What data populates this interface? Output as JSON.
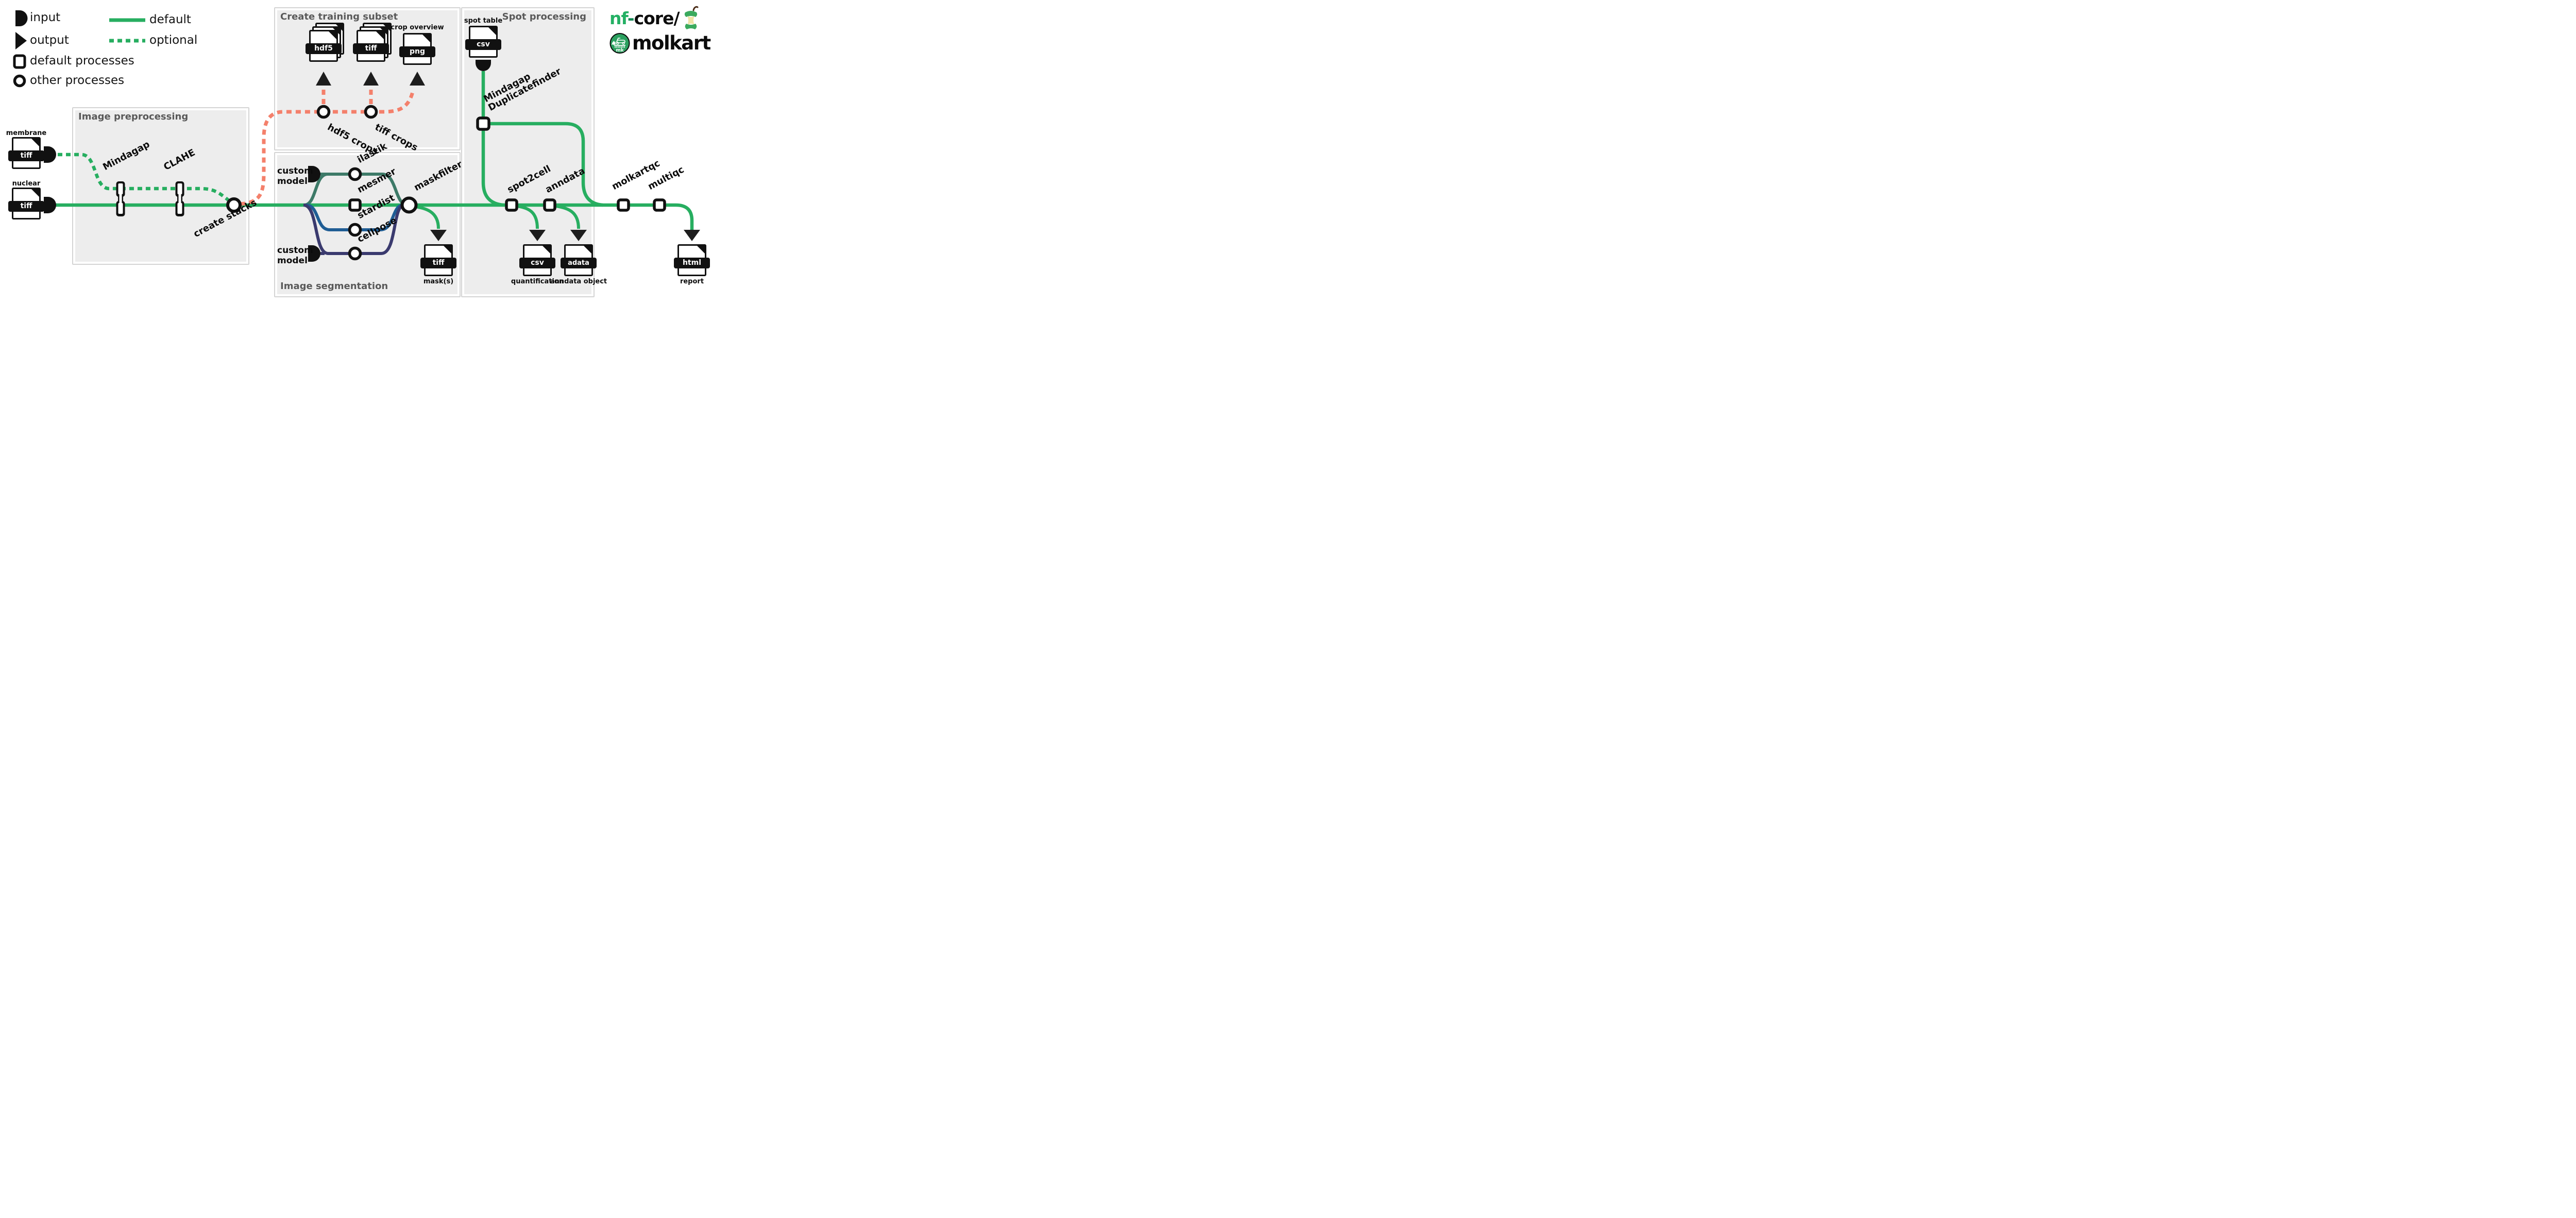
{
  "colors": {
    "green": "#27AE60",
    "salmon": "#F4806B",
    "teal": "#3D7A68",
    "blue": "#1F5D94",
    "navy": "#3A3A6E",
    "ink": "#111111",
    "box-bg": "#EDEDED",
    "box-border": "#D4D4D4",
    "title": "#595959",
    "logo-green": "#24B064",
    "tri": "#1D1D1D"
  },
  "legend": {
    "items": [
      {
        "label": "input"
      },
      {
        "label": "output"
      },
      {
        "label": "default processes"
      },
      {
        "label": "other processes"
      }
    ],
    "lines": [
      {
        "label": "default"
      },
      {
        "label": "optional"
      }
    ]
  },
  "boxes": {
    "preprocessing": "Image preprocessing",
    "training": "Create training subset",
    "segmentation": "Image segmentation",
    "spot": "Spot processing"
  },
  "files": {
    "membrane": {
      "caption": "membrane",
      "band": "tiff"
    },
    "nuclear": {
      "caption": "nuclear",
      "band": "tiff"
    },
    "hdf5_crops": {
      "band": "hdf5"
    },
    "tiff_crops": {
      "band": "tiff"
    },
    "png_overview": {
      "caption": "crop overview",
      "band": "png"
    },
    "spot_table": {
      "caption": "spot table",
      "band": "csv"
    },
    "masks": {
      "caption": "mask(s)",
      "band": "tiff"
    },
    "quantification": {
      "caption": "quantification",
      "band": "csv"
    },
    "anndata_object": {
      "caption": "anndata object",
      "band": "adata"
    },
    "report": {
      "caption": "report",
      "band": "html"
    }
  },
  "processes": {
    "mindagap": "Mindagap",
    "clahe": "CLAHE",
    "create_stacks": "create stacks",
    "hdf5_crops": "hdf5 crops",
    "tiff_crops": "tiff crops",
    "ilastik": "ilastik",
    "mesmer": "mesmer",
    "stardist": "stardist",
    "cellpose": "cellpose",
    "maskfilter": "maskfilter",
    "dupfinder_line1": "Mindagap",
    "dupfinder_line2": "Duplicatefinder",
    "spot2cell": "spot2cell",
    "anndata": "anndata",
    "molkartqc": "molkartqc",
    "multiqc": "multiqc"
  },
  "inputs": {
    "custom_model": {
      "line1": "custom",
      "line2": "model"
    }
  },
  "logo": {
    "nf": "nf",
    "dash": "-",
    "core": "core/",
    "name": "molkart",
    "badge": "mk"
  }
}
